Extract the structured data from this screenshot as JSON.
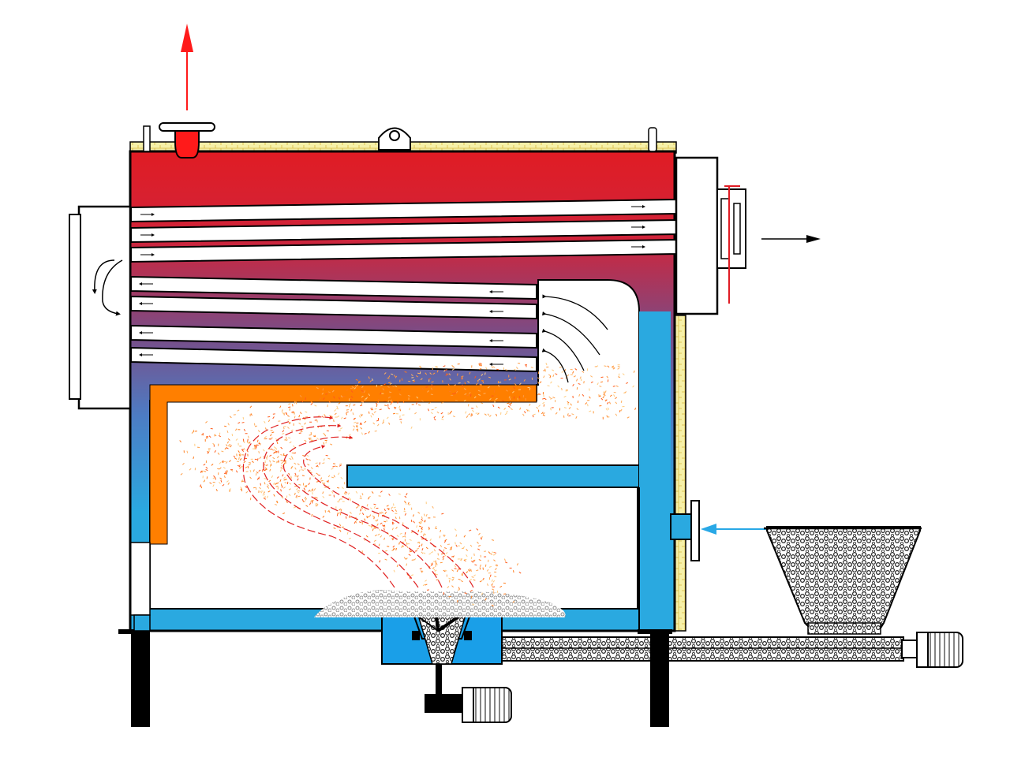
{
  "diagram": {
    "kind": "cross-section",
    "subject": "",
    "components": [
      {
        "id": "steam-outlet",
        "icon": "steam-outlet-pipe"
      },
      {
        "id": "flue-gas-outlet",
        "icon": "flue-gas-duct"
      },
      {
        "id": "water-inlet",
        "icon": "water-inlet-pipe"
      },
      {
        "id": "fuel-hopper",
        "icon": "hopper-icon"
      },
      {
        "id": "screw-conveyor",
        "icon": "screw-conveyor-icon"
      },
      {
        "id": "feeder-motor",
        "icon": "motor-icon"
      },
      {
        "id": "grate-motor",
        "icon": "motor-icon"
      },
      {
        "id": "furnace",
        "icon": "furnace-chamber"
      },
      {
        "id": "fire-tubes",
        "icon": "fire-tube-bank"
      }
    ],
    "colors": {
      "hot_water": "#e01c24",
      "cool_water": "#2aa9e0",
      "mid_water": "#7a4c86",
      "refractory": "#ff7f00",
      "insulation": "#f6f0a8",
      "flame": "#ff6a1a",
      "arrow_hot": "#ff1a1a",
      "arrow_inlet": "#29a8e6",
      "equipment_blue": "#1a9fe8",
      "outline": "#000000"
    }
  }
}
